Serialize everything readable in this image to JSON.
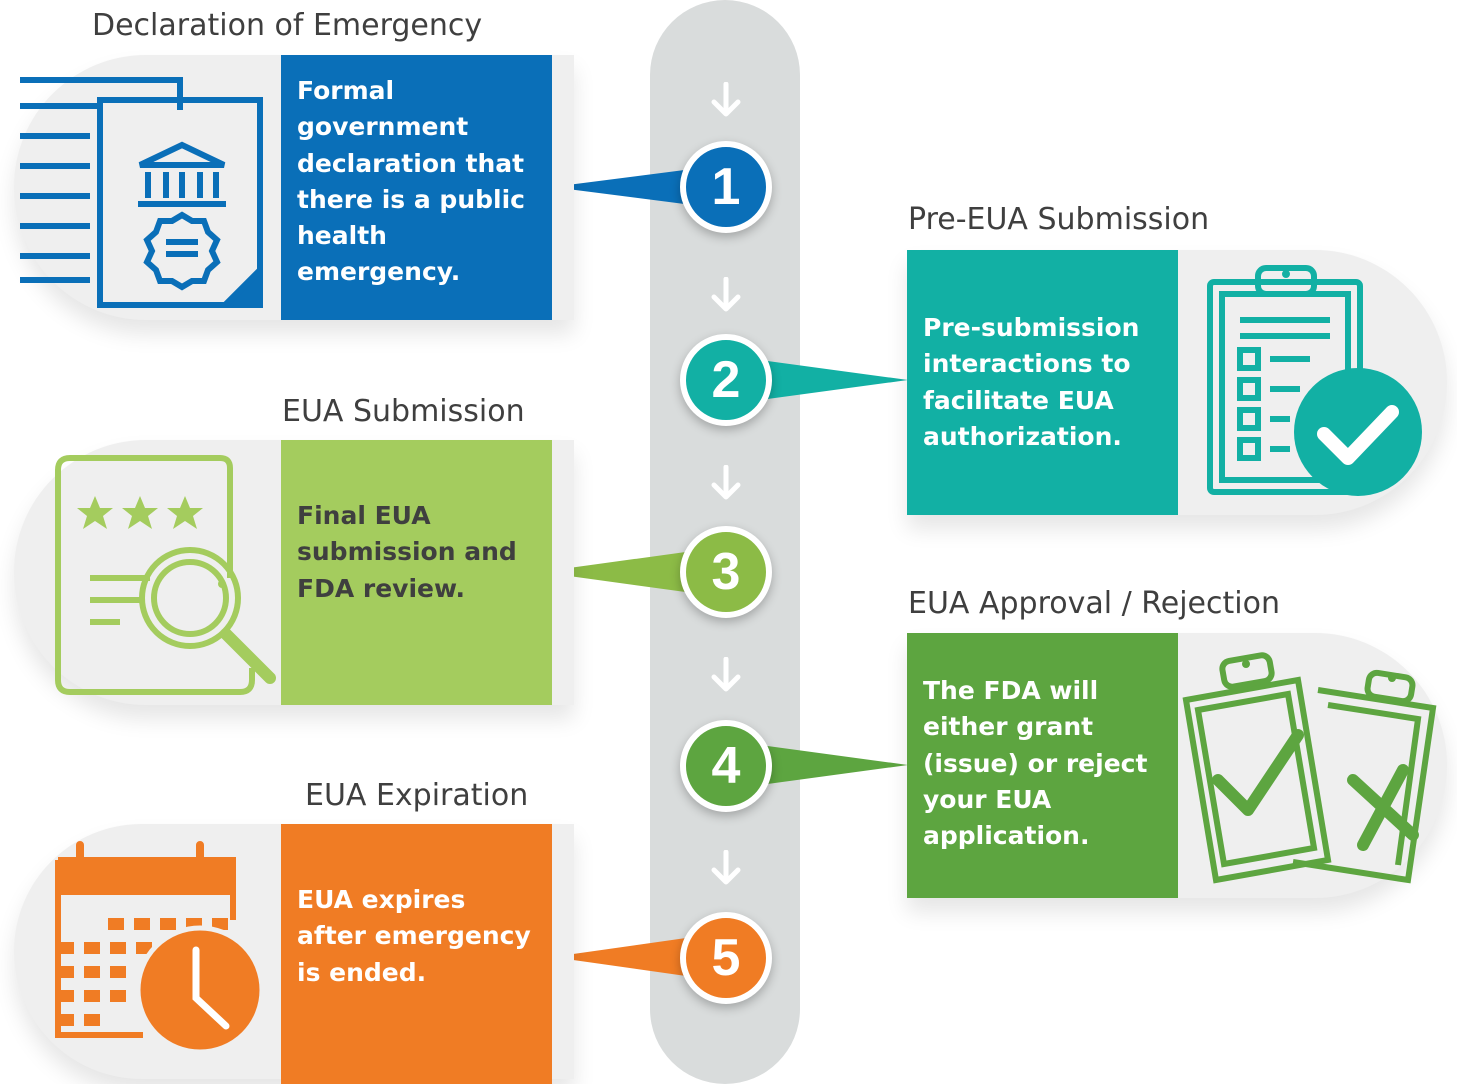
{
  "steps": [
    {
      "number": "1",
      "title": "Declaration of Emergency",
      "text": "Formal government declaration that there is a public health emergency.",
      "color": "#0a6fb8",
      "icon": "government-document-icon"
    },
    {
      "number": "2",
      "title": "Pre-EUA Submission",
      "text": "Pre-submission interactions to facilitate EUA authorization.",
      "color": "#12b0a4",
      "icon": "clipboard-checklist-icon"
    },
    {
      "number": "3",
      "title": "EUA Submission",
      "text": "Final EUA submission and FDA review.",
      "color": "#a4cc5e",
      "icon": "document-review-magnifier-icon"
    },
    {
      "number": "4",
      "title": "EUA Approval / Rejection",
      "text": "The FDA will either grant (issue) or reject your EUA application.",
      "color": "#5da540",
      "icon": "approve-reject-clipboards-icon"
    },
    {
      "number": "5",
      "title": "EUA Expiration",
      "text": "EUA expires after emergency is ended.",
      "color": "#f07c24",
      "icon": "calendar-clock-icon"
    }
  ],
  "timeline": {
    "color": "#d9dcdc",
    "arrow_icon": "arrow-down-icon",
    "arrow_color": "#ffffff"
  }
}
